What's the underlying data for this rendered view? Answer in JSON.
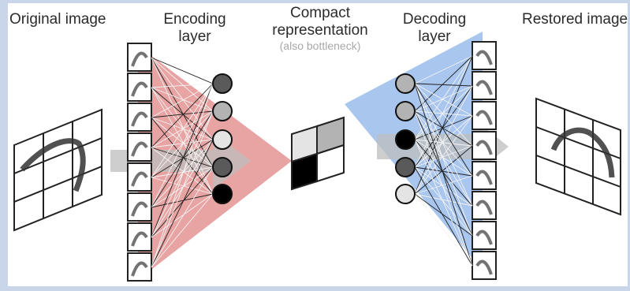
{
  "labels": {
    "original": "Original image",
    "encoding": [
      "Encoding",
      "layer"
    ],
    "compact": [
      "Compact",
      "representation"
    ],
    "compact_note": "(also bottleneck)",
    "decoding": [
      "Decoding",
      "layer"
    ],
    "restored": "Restored image"
  },
  "colors": {
    "encoder_fill": "#e8a3a3",
    "decoder_fill": "#a9c6ef",
    "frame": "#c9d6ea",
    "arrow": "#bdbdbd"
  },
  "encoder_nodes": [
    "#5a5a5a",
    "#b3b3b3",
    "#e4e4e4",
    "#5a5a5a",
    "#000000"
  ],
  "decoder_nodes": [
    "#b3b3b3",
    "#b3b3b3",
    "#000000",
    "#5a5a5a",
    "#e4e4e4"
  ],
  "bottleneck_cells": [
    "#e4e4e4",
    "#b3b3b3",
    "#000000",
    "#ffffff"
  ]
}
